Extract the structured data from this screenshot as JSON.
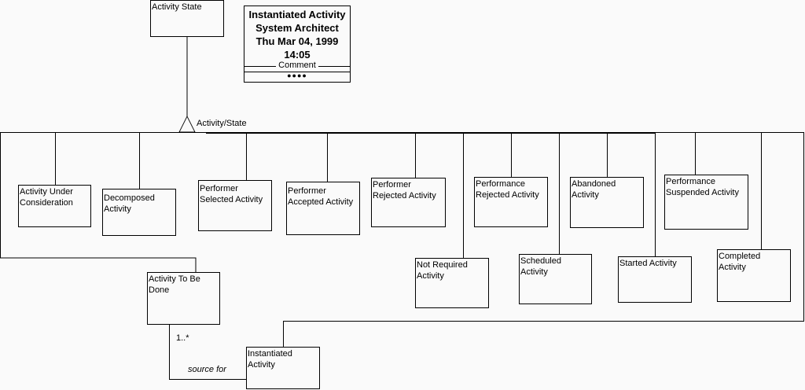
{
  "note": {
    "lines": [
      "Instantiated Activity",
      "System Architect",
      "Thu Mar 04, 1999",
      "14:05"
    ],
    "comment_label": "Comment",
    "comment_dots": "●●●●"
  },
  "boxes": {
    "activity_state": "Activity State",
    "under_consideration": "Activity Under Consideration",
    "decomposed": "Decomposed Activity",
    "performer_selected": "Performer Selected Activity",
    "performer_accepted": "Performer Accepted Activity",
    "performer_rejected": "Performer Rejected Activity",
    "performance_rejected": "Performance Rejected Activity",
    "abandoned": "Abandoned Activity",
    "performance_suspended": "Performance Suspended Activity",
    "not_required": "Not Required Activity",
    "scheduled": "Scheduled Activity",
    "started": "Started Activity",
    "completed": "Completed Activity",
    "to_be_done": "Activity To Be Done",
    "instantiated": "Instantiated Activity"
  },
  "labels": {
    "generalization": "Activity/State",
    "multiplicity": "1..*",
    "role": "source for"
  }
}
